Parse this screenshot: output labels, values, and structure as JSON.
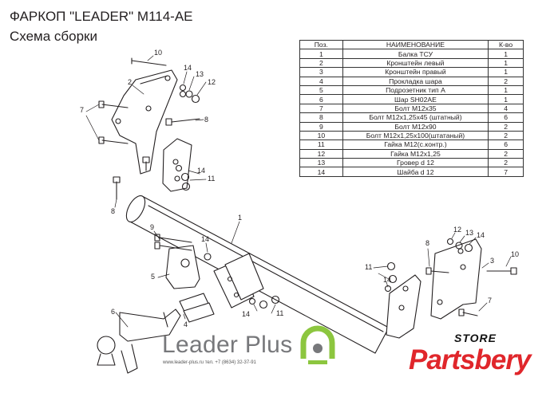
{
  "header": {
    "title": "ФАРКОП \"LEADER\" М114-АЕ",
    "subtitle": "Схема сборки"
  },
  "parts_table": {
    "headers": [
      "Поз.",
      "НАИМЕНОВАНИЕ",
      "К-во"
    ],
    "rows": [
      [
        "1",
        "Балка ТСУ",
        "1"
      ],
      [
        "2",
        "Кронштейн левый",
        "1"
      ],
      [
        "3",
        "Кронштейн правый",
        "1"
      ],
      [
        "4",
        "Прокладка шара",
        "2"
      ],
      [
        "5",
        "Подрозетник тип А",
        "1"
      ],
      [
        "6",
        "Шар SH02AE",
        "1"
      ],
      [
        "7",
        "Болт М12х35",
        "4"
      ],
      [
        "8",
        "Болт М12х1,25х45 (штатный)",
        "6"
      ],
      [
        "9",
        "Болт М12х90",
        "2"
      ],
      [
        "10",
        "Болт М12х1,25х100(штатаный)",
        "2"
      ],
      [
        "11",
        "Гайка М12(с.контр.)",
        "6"
      ],
      [
        "12",
        "Гайка М12х1,25",
        "2"
      ],
      [
        "13",
        "Гровер d 12",
        "2"
      ],
      [
        "14",
        "Шайба d 12",
        "7"
      ]
    ]
  },
  "callouts": [
    "10",
    "14",
    "13",
    "12",
    "2",
    "7",
    "8",
    "14",
    "11",
    "8",
    "1",
    "9",
    "14",
    "5",
    "6",
    "4",
    "14",
    "11",
    "8",
    "12",
    "13",
    "14",
    "3",
    "10",
    "11",
    "14",
    "7"
  ],
  "logo": {
    "brand": "Leader Plus",
    "footer": "www.leader-plus.ru   тел. +7 (8634) 32-37-91"
  },
  "watermark": {
    "store": "STORE",
    "name": "Partsbery"
  },
  "colors": {
    "line": "#231f20",
    "brand_gray": "#77787b",
    "brand_green": "#8cc63f",
    "watermark_red": "#e0262b"
  }
}
